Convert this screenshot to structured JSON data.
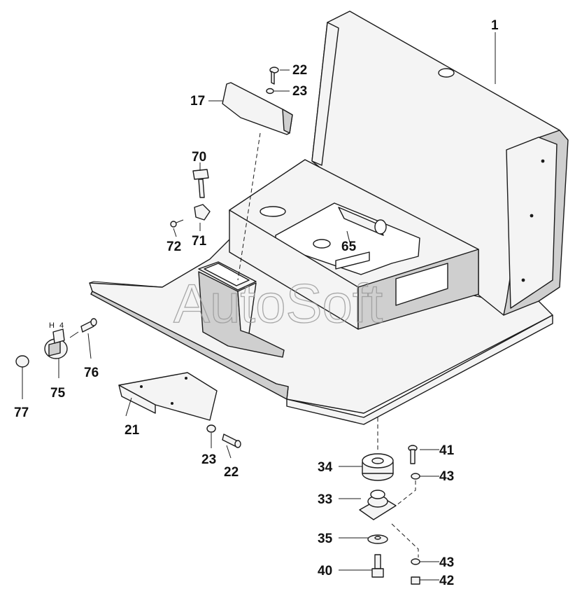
{
  "diagram": {
    "watermark": "AutoSoft",
    "side_tag": "H 4",
    "callouts": {
      "c1": "1",
      "c17": "17",
      "c22a": "22",
      "c23a": "23",
      "c70": "70",
      "c72": "72",
      "c71": "71",
      "c65": "65",
      "c76": "76",
      "c75": "75",
      "c77": "77",
      "c21": "21",
      "c23b": "23",
      "c22b": "22",
      "c34": "34",
      "c41": "41",
      "c43a": "43",
      "c33": "33",
      "c35": "35",
      "c43b": "43",
      "c40": "40",
      "c42": "42"
    }
  }
}
